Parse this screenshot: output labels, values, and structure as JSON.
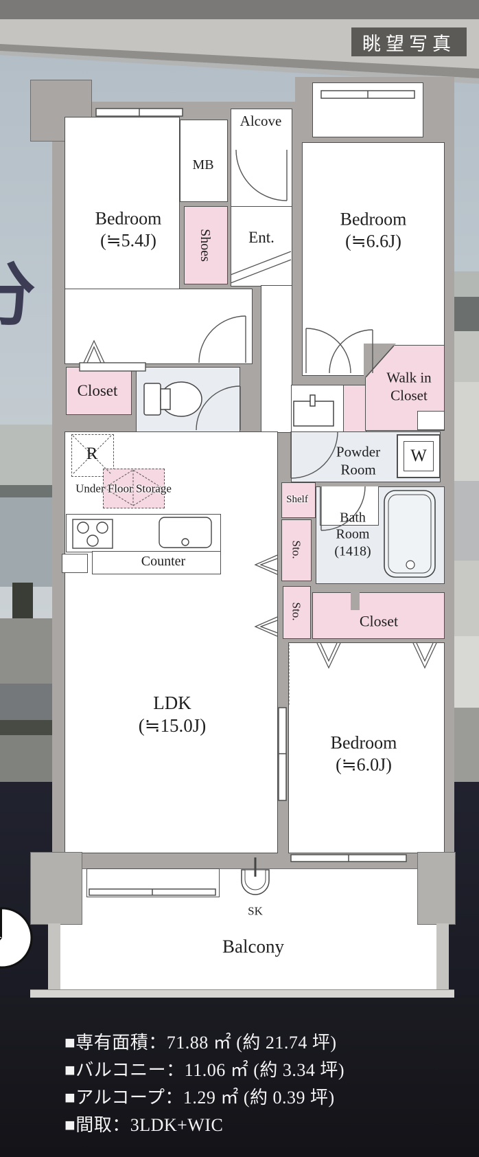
{
  "badge": {
    "label": "眺望写真"
  },
  "photo": {
    "overlay_text_fragment": "分"
  },
  "plan": {
    "rooms": {
      "bedroom_nw": {
        "name": "Bedroom",
        "size": "(≒5.4J)"
      },
      "bedroom_ne": {
        "name": "Bedroom",
        "size": "(≒6.6J)"
      },
      "bedroom_se": {
        "name": "Bedroom",
        "size": "(≒6.0J)"
      },
      "ldk": {
        "name": "LDK",
        "size": "(≒15.0J)"
      },
      "alcove": {
        "label": "Alcove"
      },
      "mb": {
        "label": "MB"
      },
      "ent": {
        "label": "Ent."
      },
      "shoes": {
        "label": "Shoes"
      },
      "closet_nw": {
        "label": "Closet"
      },
      "walk_in_closet": {
        "line1": "Walk in",
        "line2": "Closet"
      },
      "powder_room": {
        "line1": "Powder",
        "line2": "Room"
      },
      "washing_machine": {
        "label": "W"
      },
      "refrigerator": {
        "label": "R"
      },
      "under_floor_storage": {
        "label": "Under Floor Storage"
      },
      "counter": {
        "label": "Counter"
      },
      "shelf": {
        "label": "Shelf"
      },
      "sto_upper": {
        "label": "Sto."
      },
      "sto_lower": {
        "label": "Sto."
      },
      "bath": {
        "line1": "Bath",
        "line2": "Room",
        "line3": "(1418)"
      },
      "closet_s": {
        "label": "Closet"
      },
      "sk": {
        "label": "SK"
      },
      "balcony": {
        "label": "Balcony"
      }
    }
  },
  "info": {
    "lines": [
      "■専有面積：71.88 ㎡ (約 21.74 坪)",
      "■バルコニー：11.06 ㎡ (約 3.34 坪)",
      "■アルコープ：1.29 ㎡ (約 0.39 坪)",
      "■間取：3LDK+WIC"
    ]
  },
  "colors": {
    "wall_gray": "#a9a6a3",
    "storage_pink": "#f5d8e1",
    "wet_floor": "#e9edf2",
    "panel_bg": "#17171d",
    "badge_bg": "#52504d"
  }
}
